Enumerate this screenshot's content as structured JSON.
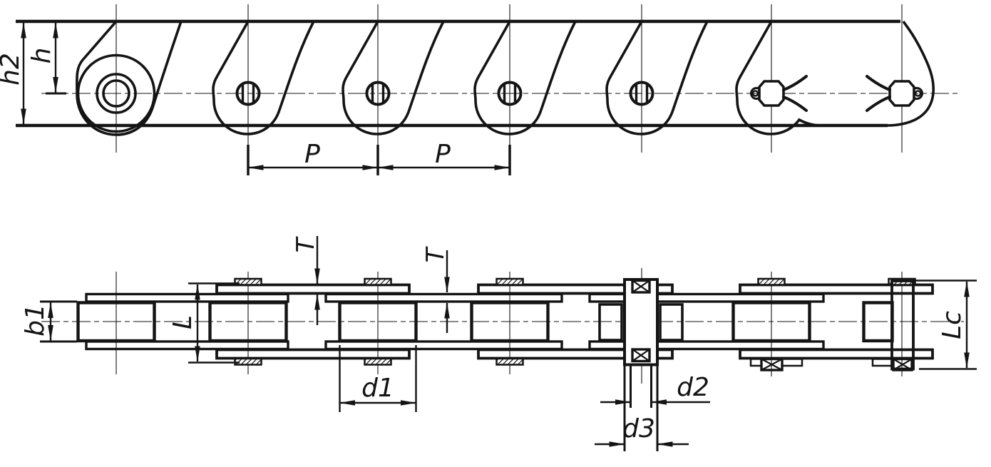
{
  "drawing": {
    "background_color": "#ffffff",
    "line_color": "#141414",
    "labels": {
      "h2": "h2",
      "h": "h",
      "p1": "P",
      "p2": "P",
      "t1": "T",
      "t2": "T",
      "b1": "b1",
      "l": "L",
      "d1": "d1",
      "d2": "d2",
      "d3": "d3",
      "lc": "Lc"
    }
  }
}
